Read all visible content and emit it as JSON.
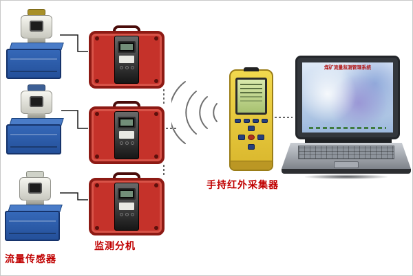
{
  "labels": {
    "flow_sensor": "流量传感器",
    "monitor_unit": "监测分机",
    "handheld_collector": "手持红外采集器"
  },
  "laptop_screen": {
    "title": "煤矿流量监测管理系统"
  },
  "colors": {
    "label_text": "#c00000",
    "monitor_box_red": "#c5322a",
    "monitor_box_border": "#8d1a14",
    "sensor_tank_blue": "#24509a",
    "handheld_yellow": "#e9cd44",
    "handheld_screen_green": "#b9d08a",
    "laptop_frame": "#33373c",
    "background": "#ffffff"
  }
}
